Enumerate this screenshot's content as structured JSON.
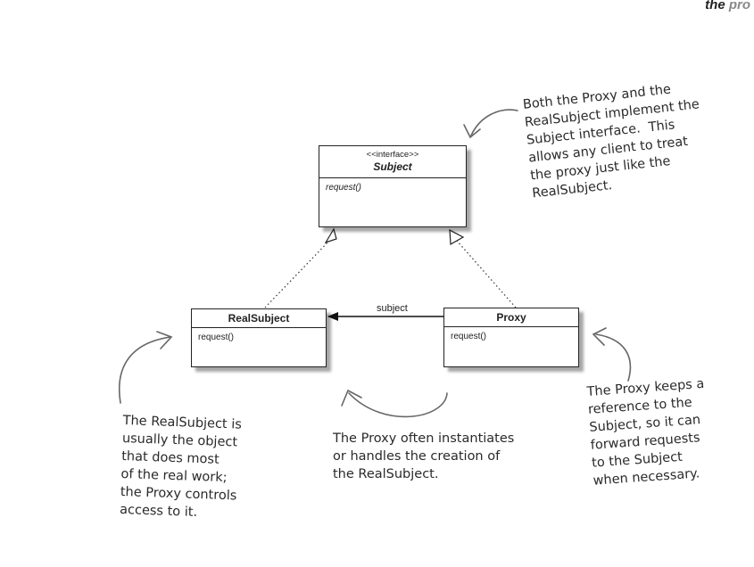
{
  "header": {
    "word1": "the",
    "word2": "pro"
  },
  "subject_class": {
    "stereotype": "<<interface>>",
    "name": "Subject",
    "operation": "request()"
  },
  "realsubject_class": {
    "name": "RealSubject",
    "operation": "request()"
  },
  "proxy_class": {
    "name": "Proxy",
    "operation": "request()"
  },
  "association_label": "subject",
  "notes": {
    "interface": "Both the Proxy and the\nRealSubject implement the\nSubject interface.  This\nallows any client to treat\nthe proxy just like the\nRealSubject.",
    "realsubject": "The RealSubject is\nusually the object\nthat does most\nof the real work;\nthe Proxy controls\naccess to it.",
    "proxy_creation": "The Proxy often instantiates\nor handles the creation of\nthe RealSubject.",
    "proxy_reference": "The Proxy keeps a\nreference to the\nSubject, so it can\nforward requests\nto the Subject\nwhen necessary."
  }
}
